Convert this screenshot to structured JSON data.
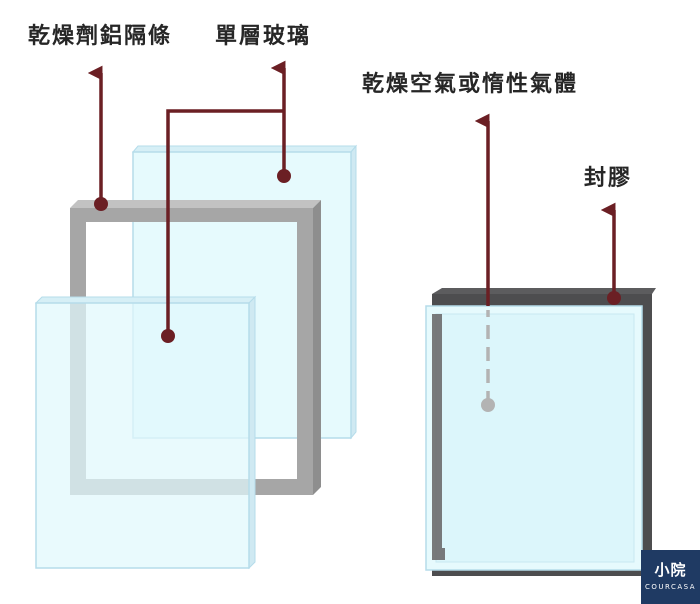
{
  "labels": {
    "desiccant_spacer": "乾燥劑鋁隔條",
    "single_glass": "單層玻璃",
    "dry_air_or_inert_gas": "乾燥空氣或惰性氣體",
    "sealant": "封膠"
  },
  "logo": {
    "main": "小院",
    "sub": "COURCASA"
  },
  "colors": {
    "glass_fill": "#e6fafd",
    "glass_edge": "#b5dcea",
    "spacer": "#a6a6a6",
    "sealant": "#4d4d4f",
    "arrow": "#6b1f24",
    "hidden_arrow": "#b3b3b3",
    "logo_bg": "#1f3a63"
  }
}
